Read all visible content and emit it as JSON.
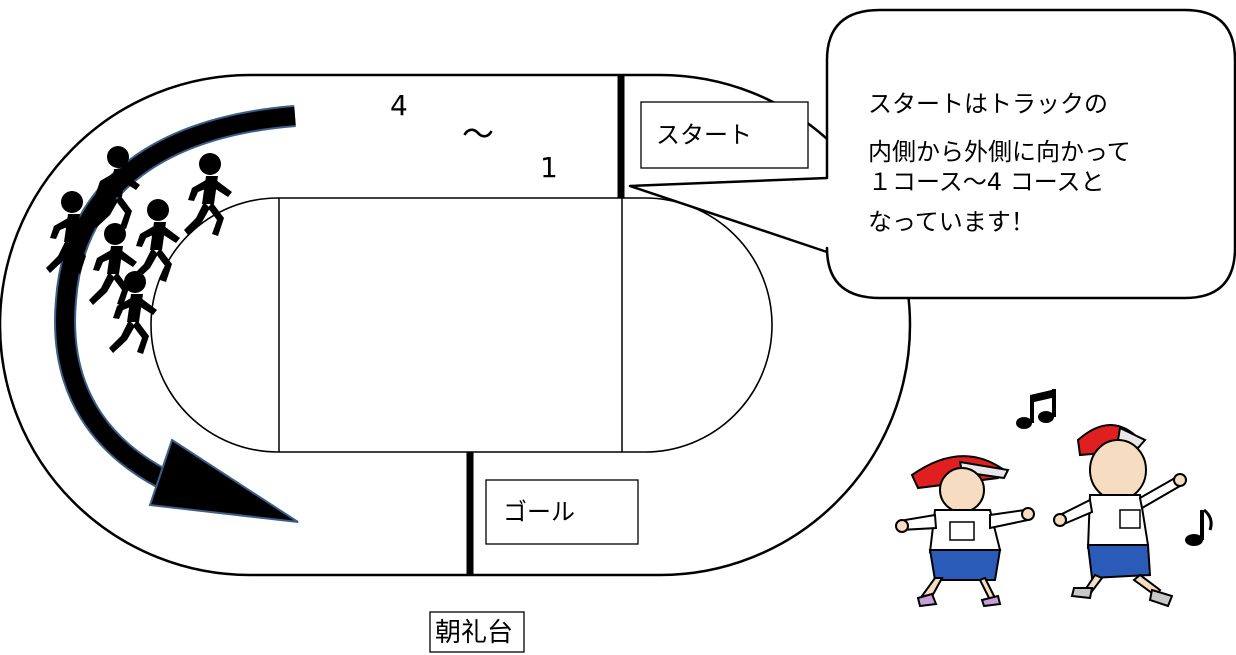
{
  "track": {
    "lane_top_label": "4",
    "lane_range_label": "～",
    "lane_bottom_label": "1"
  },
  "start_label": "スタート",
  "goal_label": "ゴール",
  "stage_label": "朝礼台",
  "callout": {
    "lines": [
      "スタートはトラックの",
      "内側から外側に向かって",
      "１コース～4 コースと",
      "なっています！"
    ]
  },
  "icons": {
    "runners": "runner-icon",
    "children": "running-children-illustration",
    "notes": "music-note-icon"
  },
  "colors": {
    "line": "#000000",
    "arrow_outline": "#3b5f8a",
    "cap": "#e02020",
    "shirt": "#ffffff",
    "shorts": "#2a5bb8",
    "skin": "#f6dcc0"
  }
}
